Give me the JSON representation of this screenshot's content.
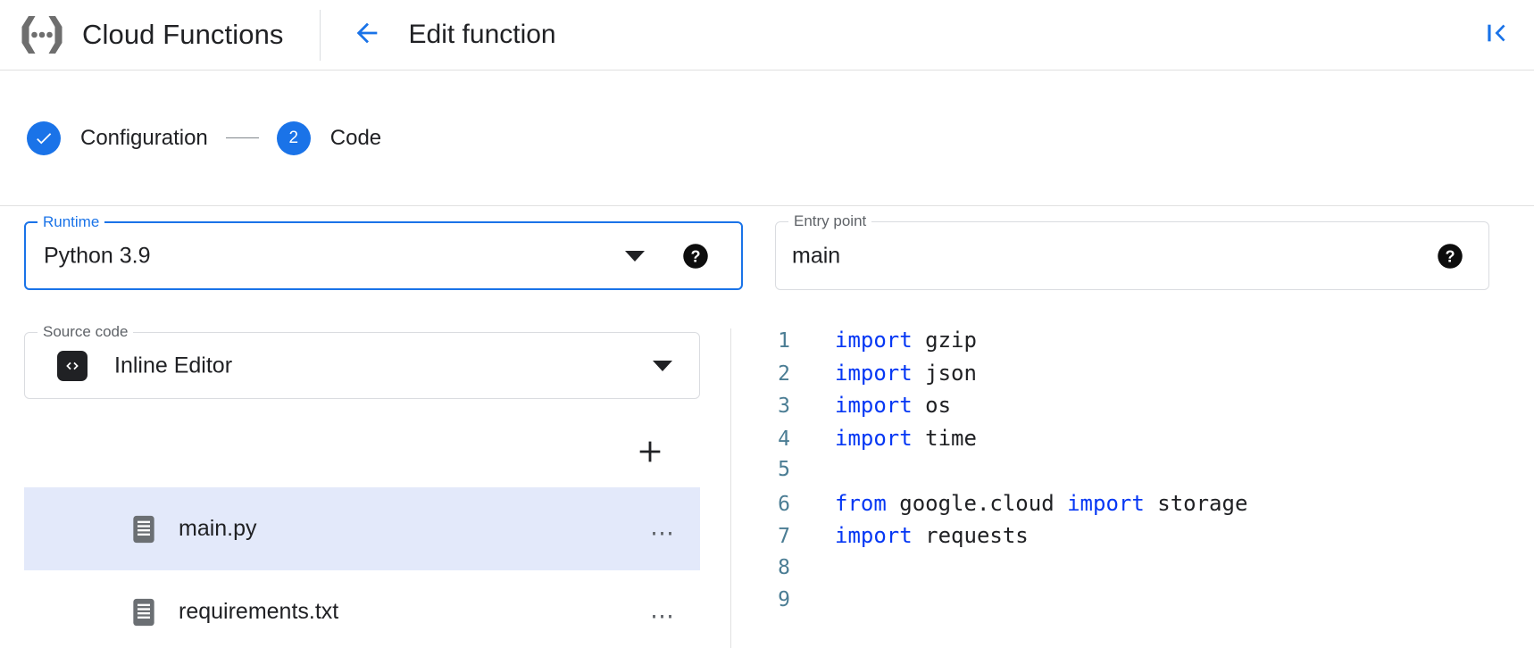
{
  "header": {
    "brand_title": "Cloud Functions",
    "brand_logo_icon": "cloud-functions-logo",
    "back_icon": "arrow-left-icon",
    "page_title": "Edit function",
    "collapse_icon": "collapse-panel-icon",
    "accent_color": "#1a73e8"
  },
  "stepper": {
    "steps": [
      {
        "id": "configuration",
        "label": "Configuration",
        "marker": "check-icon",
        "state": "completed"
      },
      {
        "id": "code",
        "label": "Code",
        "marker": "2",
        "state": "active"
      }
    ]
  },
  "form": {
    "runtime": {
      "label": "Runtime",
      "value": "Python 3.9",
      "caret_icon": "chevron-down-icon",
      "help_icon": "help-icon",
      "focused": true
    },
    "entry_point": {
      "label": "Entry point",
      "value": "main",
      "help_icon": "help-icon"
    },
    "source_code": {
      "label": "Source code",
      "value": "Inline Editor",
      "badge_icon": "code-brackets-icon",
      "caret_icon": "chevron-down-icon"
    }
  },
  "files": {
    "add_icon": "plus-icon",
    "items": [
      {
        "name": "main.py",
        "icon": "file-icon",
        "menu_icon": "overflow-menu-icon",
        "selected": true
      },
      {
        "name": "requirements.txt",
        "icon": "file-icon",
        "menu_icon": "overflow-menu-icon",
        "selected": false
      }
    ],
    "selected_bg": "#e3e9fa"
  },
  "editor": {
    "language": "python",
    "keyword_color": "#0537f4",
    "line_number_color": "#4b7d94",
    "lines": [
      {
        "n": "1",
        "tokens": [
          {
            "t": "import",
            "k": "kw"
          },
          {
            "t": " gzip",
            "k": "id"
          }
        ]
      },
      {
        "n": "2",
        "tokens": [
          {
            "t": "import",
            "k": "kw"
          },
          {
            "t": " json",
            "k": "id"
          }
        ]
      },
      {
        "n": "3",
        "tokens": [
          {
            "t": "import",
            "k": "kw"
          },
          {
            "t": " os",
            "k": "id"
          }
        ]
      },
      {
        "n": "4",
        "tokens": [
          {
            "t": "import",
            "k": "kw"
          },
          {
            "t": " time",
            "k": "id"
          }
        ]
      },
      {
        "n": "5",
        "tokens": []
      },
      {
        "n": "6",
        "tokens": [
          {
            "t": "from",
            "k": "kw"
          },
          {
            "t": " google.cloud ",
            "k": "id"
          },
          {
            "t": "import",
            "k": "kw"
          },
          {
            "t": " storage",
            "k": "id"
          }
        ]
      },
      {
        "n": "7",
        "tokens": [
          {
            "t": "import",
            "k": "kw"
          },
          {
            "t": " requests",
            "k": "id"
          }
        ]
      },
      {
        "n": "8",
        "tokens": []
      },
      {
        "n": "9",
        "tokens": []
      }
    ]
  }
}
